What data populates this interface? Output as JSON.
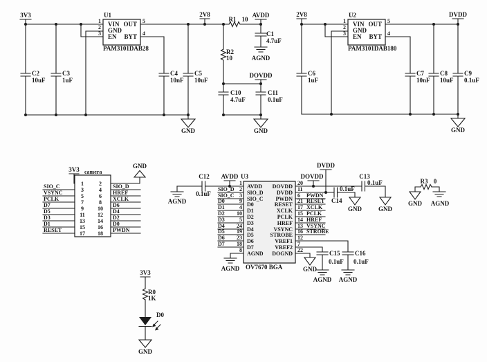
{
  "nets": {
    "v33": "3V3",
    "v28": "2V8",
    "avdd": "AVDD",
    "dvdd": "DVDD",
    "dovdd": "DOVDD",
    "gnd": "GND",
    "agnd": "AGND"
  },
  "u1": {
    "ref": "U1",
    "part": "PAM3101DAB28",
    "pins": {
      "vin": "VIN",
      "gnd": "GND",
      "en": "EN",
      "out": "OUT",
      "byt": "BYT"
    },
    "nums": {
      "n1": "1",
      "n2": "2",
      "n3": "3",
      "n4": "4",
      "n5": "5"
    }
  },
  "u2": {
    "ref": "U2",
    "part": "PAM3101DAB180",
    "pins": {
      "vin": "VIN",
      "gnd": "GND",
      "en": "EN",
      "out": "OUT",
      "byt": "BYT"
    },
    "nums": {
      "n1": "1",
      "n2": "2",
      "n3": "3",
      "n4": "4",
      "n5": "5"
    }
  },
  "caps": {
    "c1": {
      "name": "C1",
      "value": "4.7uF"
    },
    "c2": {
      "name": "C2",
      "value": "10uF"
    },
    "c3": {
      "name": "C3",
      "value": "1uF"
    },
    "c4": {
      "name": "C4",
      "value": "10nF"
    },
    "c5": {
      "name": "C5",
      "value": "10uF"
    },
    "c6": {
      "name": "C6",
      "value": "1uF"
    },
    "c7": {
      "name": "C7",
      "value": "10nF"
    },
    "c8": {
      "name": "C8",
      "value": "10uF"
    },
    "c9": {
      "name": "C9",
      "value": "0.1uF"
    },
    "c10": {
      "name": "C10",
      "value": "4.7uF"
    },
    "c11": {
      "name": "C11",
      "value": "0.1uF"
    },
    "c12": {
      "name": "C12",
      "value": "0.1uF"
    },
    "c13": {
      "name": "C13",
      "value": "0.1uF"
    },
    "c14": {
      "name": "C14",
      "value": "0.1uF"
    },
    "c15": {
      "name": "C15",
      "value": "0.1uF"
    },
    "c16": {
      "name": "C16",
      "value": "0.1uF"
    }
  },
  "resistors": {
    "r0": {
      "name": "R0",
      "value": "1K"
    },
    "r1": {
      "name": "R1",
      "value": "10"
    },
    "r2": {
      "name": "R2",
      "value": "10"
    },
    "r3": {
      "name": "R3",
      "value": "0"
    }
  },
  "led": {
    "name": "D0"
  },
  "camera": {
    "title": "camera",
    "rows": [
      {
        "l": "1",
        "r": "2"
      },
      {
        "l": "3",
        "r": "4",
        "lnet": "SIO_C",
        "rnet": "SIO_D"
      },
      {
        "l": "5",
        "r": "6",
        "lnet": "VSYNC",
        "rnet": "HREF"
      },
      {
        "l": "7",
        "r": "8",
        "lnet": "PCLK",
        "rnet": "XCLK"
      },
      {
        "l": "9",
        "r": "10",
        "lnet": "D7",
        "rnet": "D6"
      },
      {
        "l": "11",
        "r": "12",
        "lnet": "D5",
        "rnet": "D4"
      },
      {
        "l": "13",
        "r": "14",
        "lnet": "D3",
        "rnet": "D2"
      },
      {
        "l": "15",
        "r": "16",
        "lnet": "D1",
        "rnet": "D0"
      },
      {
        "l": "17",
        "r": "18",
        "lnet": "RESET",
        "rnet": "PWDN"
      }
    ]
  },
  "u3": {
    "ref": "U3",
    "part": "OV7670 BGA",
    "left": [
      {
        "num": "1",
        "name": "AVDD"
      },
      {
        "num": "2",
        "name": "SIO_D",
        "net": "SIO_D"
      },
      {
        "num": "3",
        "name": "SIO_C",
        "net": "SIO_C"
      },
      {
        "num": "9",
        "name": "D0",
        "net": "D0"
      },
      {
        "num": "4",
        "name": "D1",
        "net": "D1"
      },
      {
        "num": "10",
        "name": "D2",
        "net": "D2"
      },
      {
        "num": "5",
        "name": "D3",
        "net": "D3"
      },
      {
        "num": "24",
        "name": "D4",
        "net": "D4"
      },
      {
        "num": "19",
        "name": "D5",
        "net": "D5"
      },
      {
        "num": "23",
        "name": "D6",
        "net": "D6"
      },
      {
        "num": "18",
        "name": "D7",
        "net": "D7"
      },
      {
        "num": "8",
        "name": "AGND"
      }
    ],
    "right": [
      {
        "num": "20",
        "name": "DOVDD"
      },
      {
        "num": "11",
        "name": "DVDD"
      },
      {
        "num": "6",
        "name": "PWDN",
        "net": "PWDN"
      },
      {
        "num": "21",
        "name": "RESET",
        "net": "RESET"
      },
      {
        "num": "17",
        "name": "XCLK",
        "net": "XCLK"
      },
      {
        "num": "15",
        "name": "PCLK",
        "net": "PCLK"
      },
      {
        "num": "14",
        "name": "HREF",
        "net": "HREF"
      },
      {
        "num": "13",
        "name": "VSYNC",
        "net": "VSYNC"
      },
      {
        "num": "16",
        "name": "STROBE",
        "net": "STROBE"
      },
      {
        "num": "12",
        "name": "VREF1"
      },
      {
        "num": "7",
        "name": "VREF2"
      },
      {
        "num": "22",
        "name": "DOGND"
      }
    ]
  }
}
